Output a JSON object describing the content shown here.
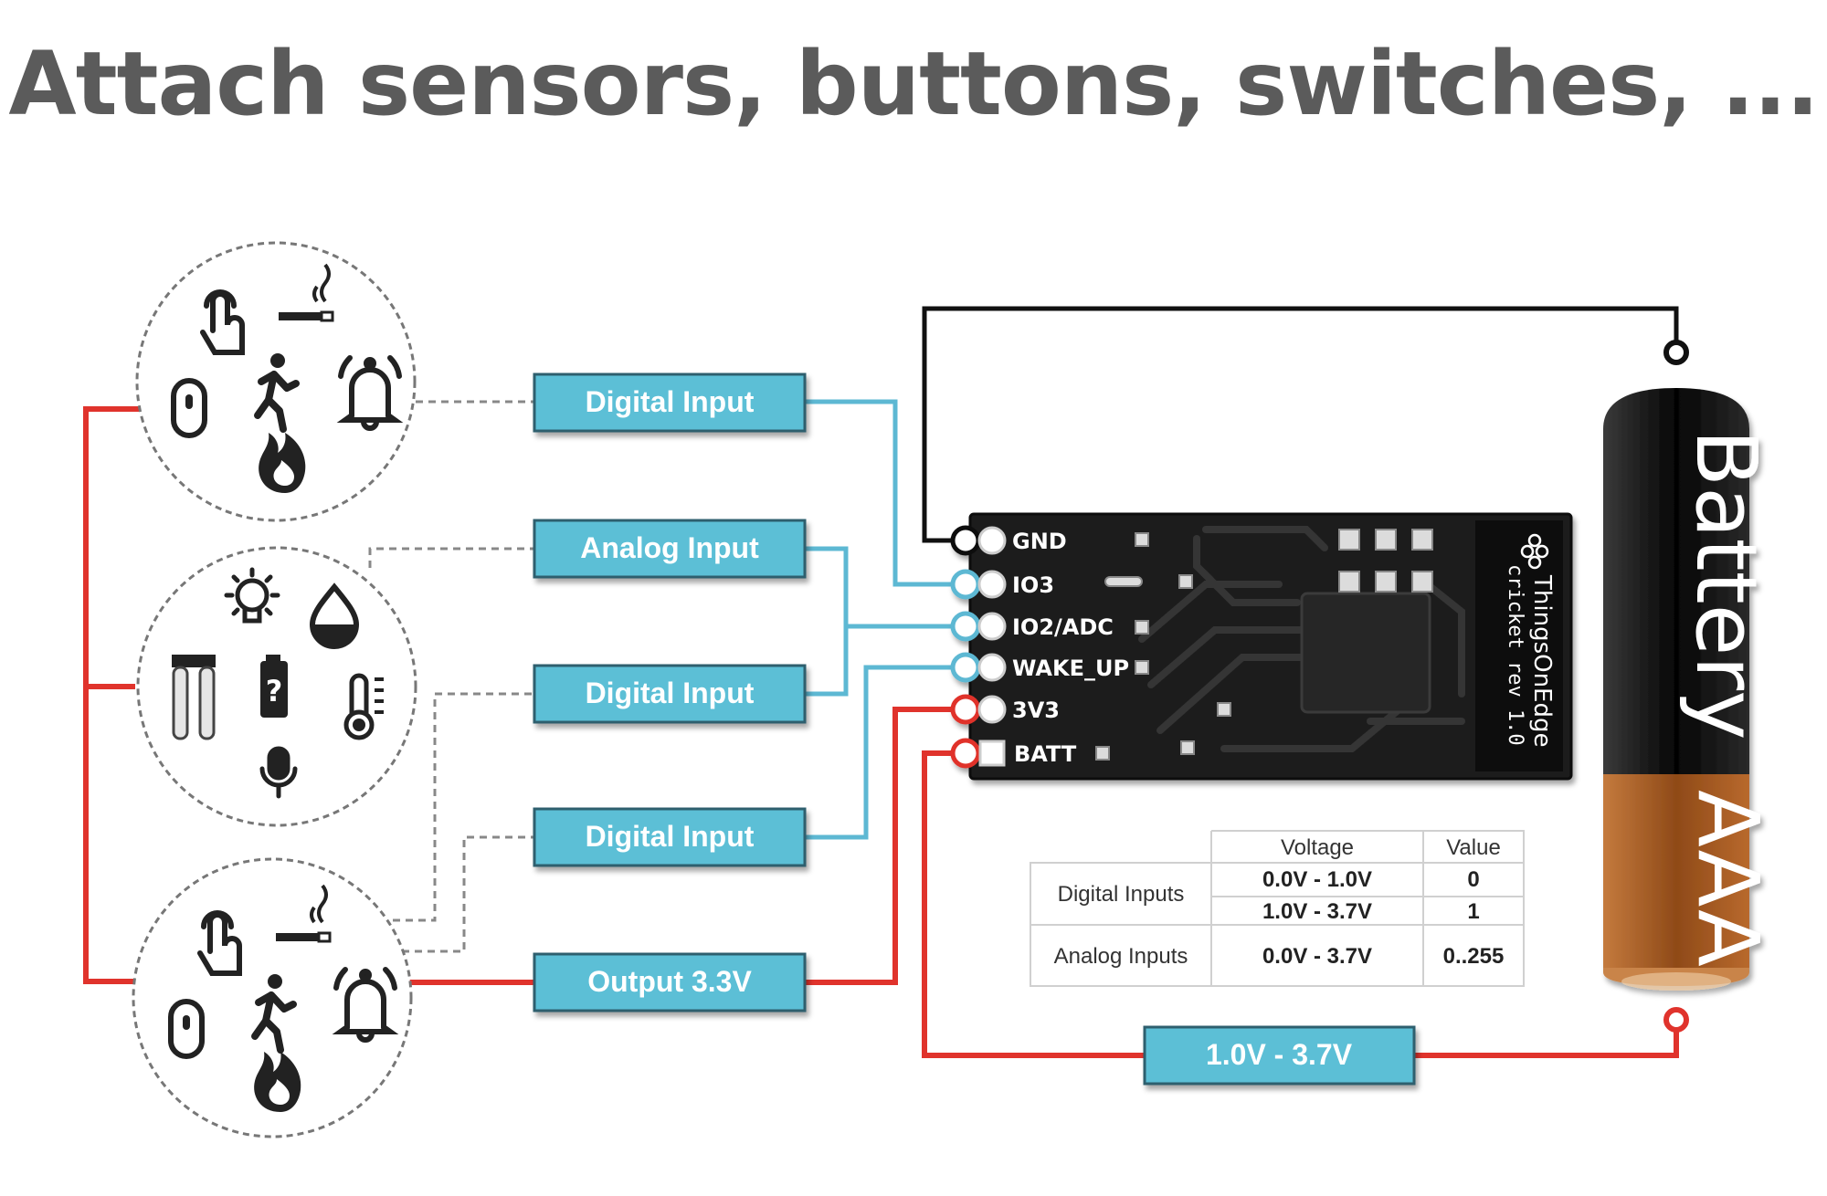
{
  "title": "Attach sensors, buttons, switches, ...",
  "labels": {
    "digital_input_1": "Digital Input",
    "analog_input": "Analog Input",
    "digital_input_2": "Digital Input",
    "digital_input_3": "Digital Input",
    "output": "Output 3.3V",
    "battery_voltage": "1.0V - 3.7V"
  },
  "pins": [
    "GND",
    "IO3",
    "IO2/ADC",
    "WAKE_UP",
    "3V3",
    "BATT"
  ],
  "board": {
    "brand": "ThingsOnEdge",
    "model": "cricket rev 1.0"
  },
  "battery": {
    "name": "Battery",
    "size": "AAA"
  },
  "table": {
    "headers": [
      "Voltage",
      "Value"
    ],
    "rows": [
      {
        "group": "Digital Inputs",
        "voltage": "0.0V - 1.0V",
        "value": "0"
      },
      {
        "group": "",
        "voltage": "1.0V - 3.7V",
        "value": "1"
      },
      {
        "group": "Analog Inputs",
        "voltage": "0.0V - 3.7V",
        "value": "0..255"
      }
    ]
  },
  "colors": {
    "label_fill": "#5bbfd6",
    "label_border": "#2d5f6e",
    "wire_red": "#e0332c",
    "wire_blue": "#5db8d3",
    "wire_black": "#111111",
    "board": "#1f1f1f",
    "battery_copper": "#a25a22"
  },
  "icons": {
    "circle_top": [
      "touch-icon",
      "smoke-icon",
      "door-sensor-icon",
      "motion-icon",
      "alarm-bell-icon",
      "fire-icon"
    ],
    "circle_middle": [
      "light-icon",
      "water-drop-icon",
      "soil-moisture-icon",
      "battery-level-icon",
      "thermometer-icon",
      "microphone-icon"
    ],
    "circle_bottom": [
      "touch-icon",
      "smoke-icon",
      "door-sensor-icon",
      "motion-icon",
      "alarm-bell-icon",
      "fire-icon"
    ]
  }
}
